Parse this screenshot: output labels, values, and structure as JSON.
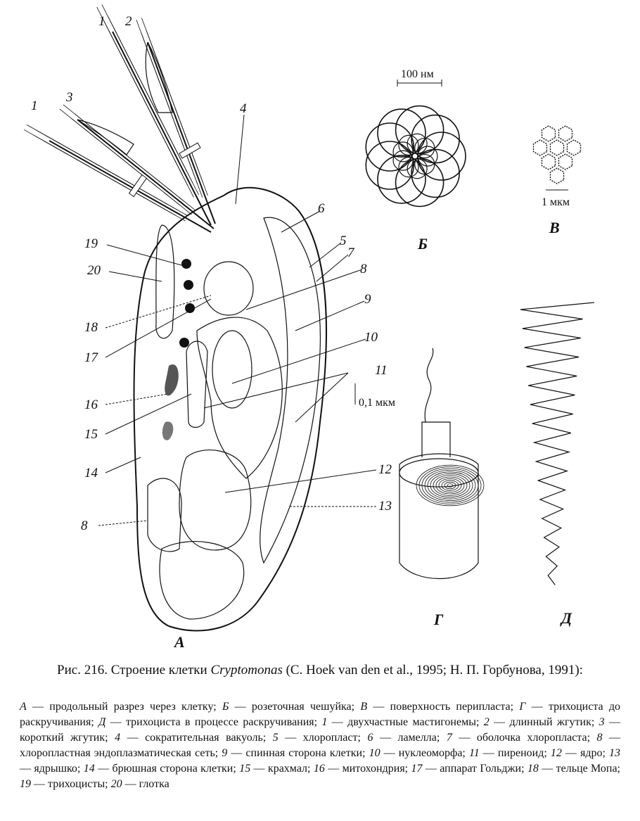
{
  "figure": {
    "panel_labels": {
      "A": "А",
      "B": "Б",
      "V": "В",
      "G": "Г",
      "D": "Д"
    },
    "scales": {
      "b": "100 нм",
      "v": "1 мкм",
      "a": "0,1 мкм"
    },
    "callouts": {
      "c1a": "1",
      "c2": "2",
      "c1b": "1",
      "c3": "3",
      "c4": "4",
      "c6": "6",
      "c5": "5",
      "c7": "7",
      "c8r": "8",
      "c9": "9",
      "c10": "10",
      "c11": "11",
      "c19": "19",
      "c20": "20",
      "c18": "18",
      "c17": "17",
      "c16": "16",
      "c15": "15",
      "c14": "14",
      "c8l": "8",
      "c12": "12",
      "c13": "13"
    }
  },
  "caption": {
    "prefix": "Рис. 216. Строение клетки ",
    "genus": "Cryptomonas",
    "suffix": " (C. Hoek van den et al., 1995; Н. П. Горбунова, 1991):"
  },
  "legend": [
    {
      "key": "А",
      "text": " — продольный разрез через клетку; "
    },
    {
      "key": "Б",
      "text": " — розеточная чешуйка; "
    },
    {
      "key": "В",
      "text": " — поверхность перипласта; "
    },
    {
      "key": "Г",
      "text": " — трихоциста до раскручивания; "
    },
    {
      "key": "Д",
      "text": " — трихоциста в процессе раскручивания; "
    },
    {
      "key": "1",
      "text": " — двухчастные мастигонемы; "
    },
    {
      "key": "2",
      "text": " — длинный жгутик; "
    },
    {
      "key": "3",
      "text": " — короткий жгутик; "
    },
    {
      "key": "4",
      "text": " — сократительная вакуоль; "
    },
    {
      "key": "5",
      "text": " — хлоропласт; "
    },
    {
      "key": "6",
      "text": " — ламелла; "
    },
    {
      "key": "7",
      "text": " — оболочка хлоропласта; "
    },
    {
      "key": "8",
      "text": " — хлоропластная эндоплазматическая сеть; "
    },
    {
      "key": "9",
      "text": " — спинная сторона клетки; "
    },
    {
      "key": "10",
      "text": " — нуклеоморфа; "
    },
    {
      "key": "11",
      "text": " — пиреноид; "
    },
    {
      "key": "12",
      "text": " — ядро; "
    },
    {
      "key": "13",
      "text": " — ядрышко; "
    },
    {
      "key": "14",
      "text": " — брюшная сторона клетки; "
    },
    {
      "key": "15",
      "text": " — крахмал; "
    },
    {
      "key": "16",
      "text": " — митохондрия; "
    },
    {
      "key": "17",
      "text": " — аппарат Гольджи; "
    },
    {
      "key": "18",
      "text": " — тельце Мопа; "
    },
    {
      "key": "19",
      "text": " — трихоцисты; "
    },
    {
      "key": "20",
      "text": " — глотка"
    }
  ]
}
